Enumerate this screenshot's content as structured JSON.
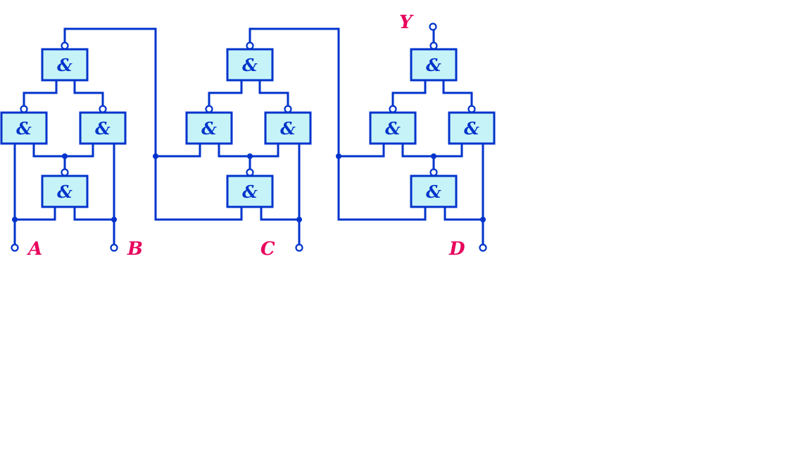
{
  "diagram": {
    "type": "logic-circuit",
    "gate_symbol": "&",
    "gate_count": 12,
    "inputs": [
      "A",
      "B",
      "C",
      "D"
    ],
    "output": "Y",
    "colors": {
      "wire": "#0033cc",
      "gate_fill": "#c6f3f7",
      "pin_label": "#e8005c",
      "background": "#ffffff"
    }
  }
}
